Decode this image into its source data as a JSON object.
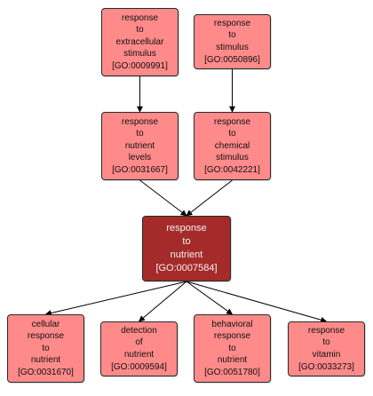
{
  "colors": {
    "node_fill": "#ff8a8a",
    "focus_fill": "#a52a2a",
    "border": "#2a2a2a",
    "edge": "#000000"
  },
  "nodes": [
    {
      "id": "n1",
      "lines": [
        "response",
        "to",
        "extracellular",
        "stimulus"
      ],
      "go_id": "[GO:0009991]"
    },
    {
      "id": "n2",
      "lines": [
        "response",
        "to",
        "stimulus"
      ],
      "go_id": "[GO:0050896]"
    },
    {
      "id": "n3",
      "lines": [
        "response",
        "to",
        "nutrient",
        "levels"
      ],
      "go_id": "[GO:0031667]"
    },
    {
      "id": "n4",
      "lines": [
        "response",
        "to",
        "chemical",
        "stimulus"
      ],
      "go_id": "[GO:0042221]"
    },
    {
      "id": "n5",
      "lines": [
        "response",
        "to",
        "nutrient"
      ],
      "go_id": "[GO:0007584]",
      "focus": true
    },
    {
      "id": "n6",
      "lines": [
        "cellular",
        "response",
        "to",
        "nutrient"
      ],
      "go_id": "[GO:0031670]"
    },
    {
      "id": "n7",
      "lines": [
        "detection",
        "of",
        "nutrient"
      ],
      "go_id": "[GO:0009594]"
    },
    {
      "id": "n8",
      "lines": [
        "behavioral",
        "response",
        "to",
        "nutrient"
      ],
      "go_id": "[GO:0051780]"
    },
    {
      "id": "n9",
      "lines": [
        "response",
        "to",
        "vitamin"
      ],
      "go_id": "[GO:0033273]"
    }
  ],
  "edges": [
    {
      "from": "n1",
      "to": "n3"
    },
    {
      "from": "n2",
      "to": "n4"
    },
    {
      "from": "n3",
      "to": "n5"
    },
    {
      "from": "n4",
      "to": "n5"
    },
    {
      "from": "n5",
      "to": "n6"
    },
    {
      "from": "n5",
      "to": "n7"
    },
    {
      "from": "n5",
      "to": "n8"
    },
    {
      "from": "n5",
      "to": "n9"
    }
  ]
}
